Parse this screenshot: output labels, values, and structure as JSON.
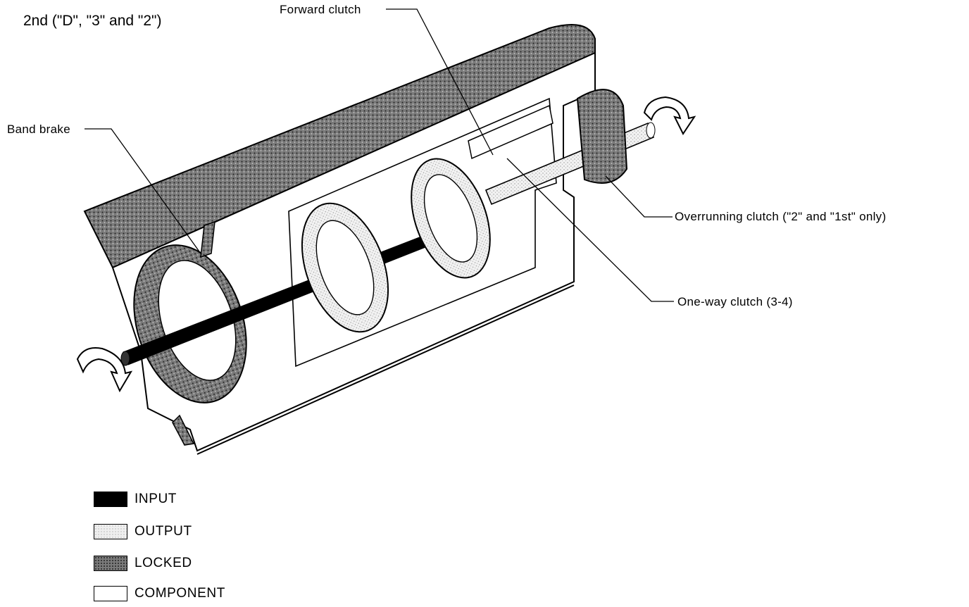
{
  "title": "2nd (\"D\", \"3\" and \"2\")",
  "callouts": {
    "forward_clutch": "Forward clutch",
    "band_brake": "Band brake",
    "overrunning_clutch": "Overrunning clutch (\"2\" and \"1st\" only)",
    "one_way_clutch": "One-way clutch (3-4)"
  },
  "legend": [
    {
      "key": "input",
      "label": "INPUT",
      "fill": "#000000"
    },
    {
      "key": "output",
      "label": "OUTPUT",
      "fill": "#e6e6e6"
    },
    {
      "key": "locked",
      "label": "LOCKED",
      "fill": "#6e6e6e"
    },
    {
      "key": "component",
      "label": "COMPONENT",
      "fill": "#ffffff"
    }
  ]
}
